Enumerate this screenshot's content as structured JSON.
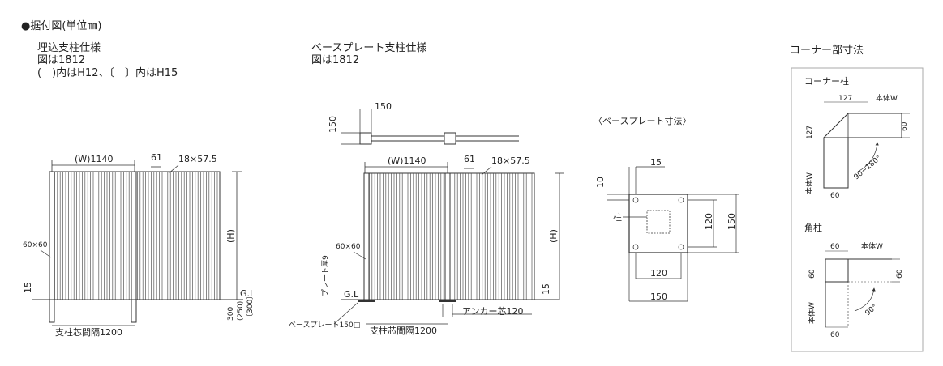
{
  "page_title": "●据付図(単位㎜)",
  "embedded": {
    "title": "埋込支柱仕様",
    "note1": "図は1812",
    "note2": "(　)内はH12、〔　〕内はH15",
    "width_label": "(W)1140",
    "frame_label": "61",
    "slat_label": "18×57.5",
    "post_label": "60×60",
    "ground_label": "G.L",
    "height_label": "(H)",
    "gap_label": "15",
    "depth1": "300",
    "depth2": "(250)",
    "depth3": "〔300〕",
    "spacing_label": "支柱芯間隔1200"
  },
  "baseplate": {
    "title": "ベースプレート支柱仕様",
    "note1": "図は1812",
    "plan_a": "150",
    "plan_b": "150",
    "width_label": "(W)1140",
    "frame_label": "61",
    "slat_label": "18×57.5",
    "post_label": "60×60",
    "thickness_label": "プレート厚9",
    "ground_label": "G.L",
    "height_label": "(H)",
    "gap_label": "15",
    "plate_label": "ベースプレート150□",
    "spacing_label": "支柱芯間隔1200",
    "anchor_label": "アンカー芯120"
  },
  "plate_detail": {
    "title": "〈ベースプレート寸法〉",
    "d10": "10",
    "d15": "15",
    "post_label": "柱",
    "d120_v": "120",
    "d150_v": "150",
    "d120_h": "120",
    "d150_h": "150"
  },
  "corner": {
    "title": "コーナー部寸法",
    "corner_post": {
      "title": "コーナー柱",
      "d127_top": "127",
      "body_top": "本体W",
      "d60_right": "60",
      "d127_left": "127",
      "angle": "90~180°",
      "body_left": "本体W",
      "d60_bottom": "60"
    },
    "square_post": {
      "title": "角柱",
      "d60_top": "60",
      "body_top": "本体W",
      "d60_left": "60",
      "d60_right": "60",
      "angle": "90°",
      "body_left": "本体W",
      "d60_bottom": "60"
    }
  }
}
